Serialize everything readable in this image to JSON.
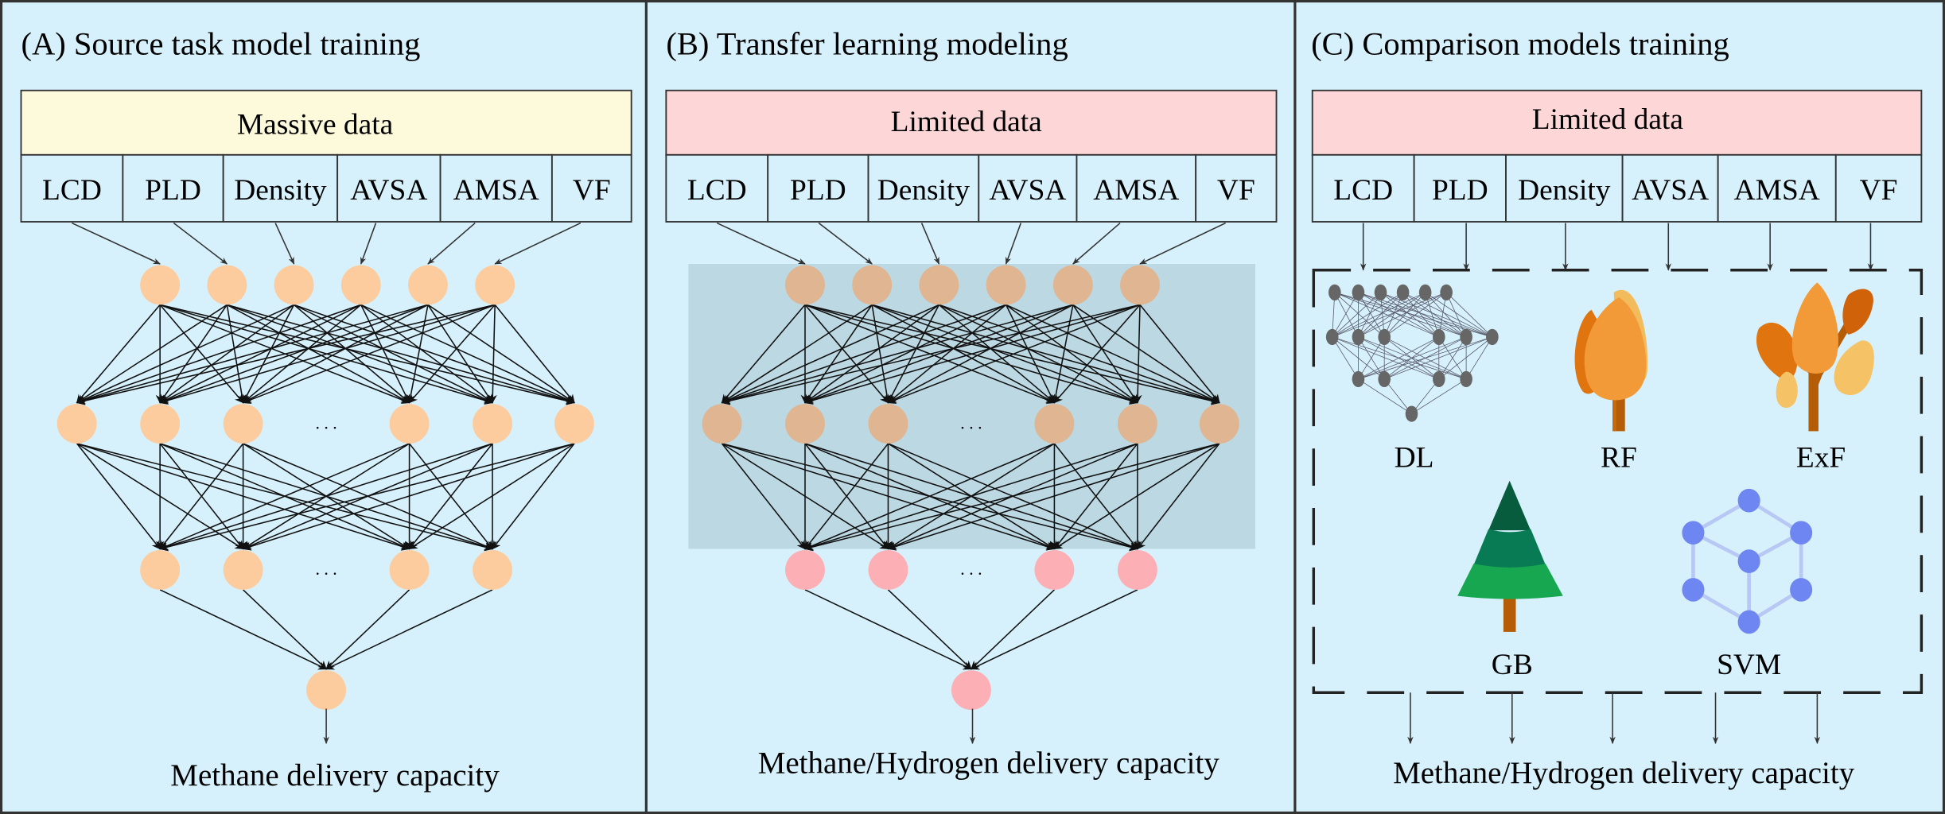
{
  "panels": [
    {
      "id": "A",
      "title": "(A) Source task model training",
      "data_header": "Massive data",
      "features": [
        "LCD",
        "PLD",
        "Density",
        "AVSA",
        "AMSA",
        "VF"
      ],
      "output_label": "Methane delivery capacity",
      "ellipsis": ". . ."
    },
    {
      "id": "B",
      "title": "(B) Transfer learning modeling",
      "data_header": "Limited data",
      "features": [
        "LCD",
        "PLD",
        "Density",
        "AVSA",
        "AMSA",
        "VF"
      ],
      "output_label": "Methane/Hydrogen delivery capacity",
      "ellipsis": ". . ."
    },
    {
      "id": "C",
      "title": "(C) Comparison models training",
      "data_header": "Limited data",
      "features": [
        "LCD",
        "PLD",
        "Density",
        "AVSA",
        "AMSA",
        "VF"
      ],
      "output_label": "Methane/Hydrogen delivery capacity",
      "models": [
        "DL",
        "RF",
        "ExF",
        "GB",
        "SVM"
      ]
    }
  ],
  "colors": {
    "panel_bg": "#d6f1fc",
    "massive_header": "#fdfadb",
    "limited_header": "#fdd6d7",
    "node_source": "#fdcc9e",
    "node_frozen": "#dfb592",
    "node_new": "#fcafb4",
    "frozen_box": "#bcd8e2",
    "border": "#333333"
  }
}
